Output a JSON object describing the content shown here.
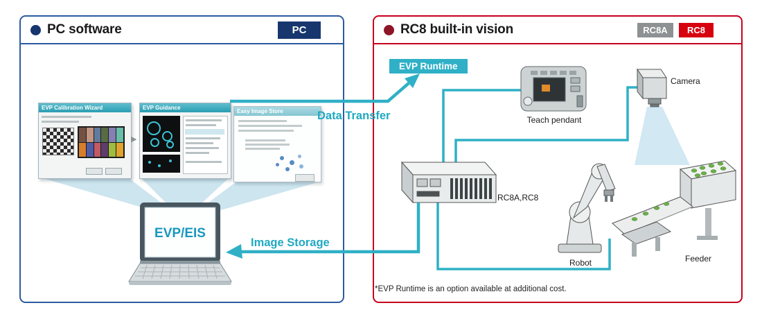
{
  "colors": {
    "accent_teal": "#2FB0C6",
    "navy": "#17366D",
    "panel_blue_border": "#2C5AA0",
    "panel_red_border": "#C7001D",
    "badge_gray": "#8E9193",
    "badge_red": "#D7000F",
    "bullet_maroon": "#8E1528",
    "beam_blue": "#8FC6DC",
    "parts_green": "#6CAE4A"
  },
  "left_panel": {
    "title": "PC software",
    "badge": "PC",
    "sequence_arrow": "▶",
    "windows": [
      {
        "title": "EVP Calibration Wizard"
      },
      {
        "title": "EVP Guidance"
      },
      {
        "title": "Easy Image Store"
      }
    ],
    "laptop_label": "EVP/EIS"
  },
  "flows": {
    "data_transfer": "Data Transfer",
    "image_storage": "Image Storage"
  },
  "right_panel": {
    "title": "RC8 built-in vision",
    "badges": [
      "RC8A",
      "RC8"
    ],
    "runtime_badge": "EVP Runtime",
    "labels": {
      "teach_pendant": "Teach pendant",
      "camera": "Camera",
      "controller": "RC8A,RC8",
      "robot": "Robot",
      "feeder": "Feeder"
    },
    "footnote": "*EVP Runtime is an option available at additional cost."
  }
}
